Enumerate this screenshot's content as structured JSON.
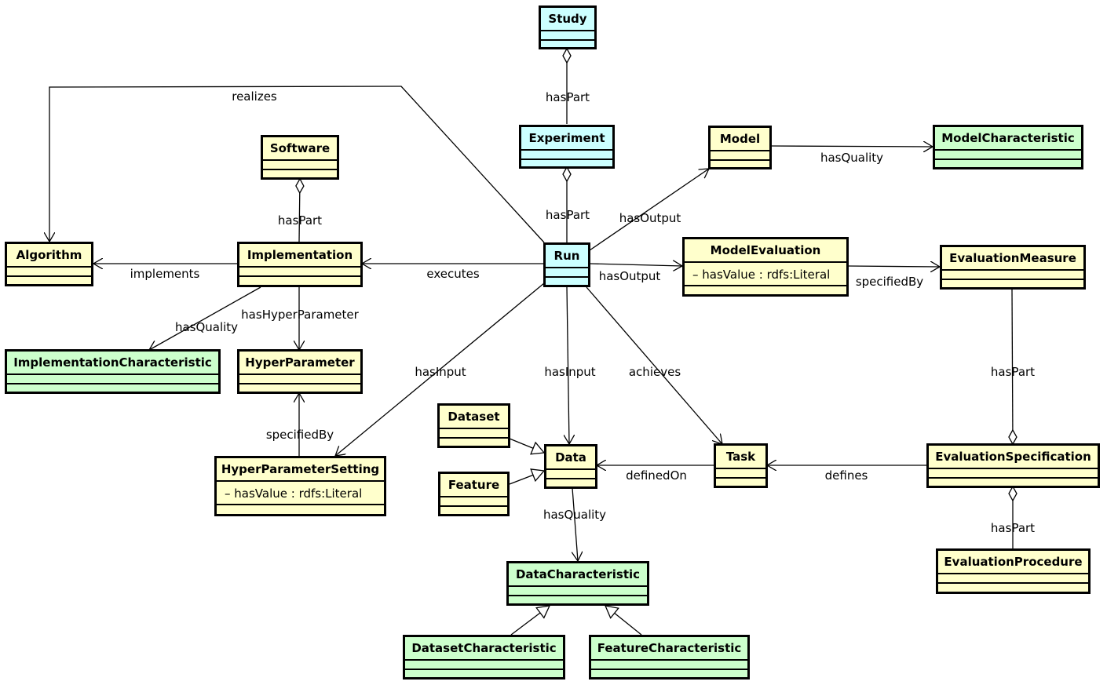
{
  "colors": {
    "cyan": "#ccffff",
    "yellow": "#ffffcc",
    "green": "#ccffcc",
    "line": "#000000"
  },
  "classes": {
    "study": {
      "name": "Study"
    },
    "experiment": {
      "name": "Experiment"
    },
    "run": {
      "name": "Run"
    },
    "model": {
      "name": "Model"
    },
    "model_characteristic": {
      "name": "ModelCharacteristic"
    },
    "software": {
      "name": "Software"
    },
    "algorithm": {
      "name": "Algorithm"
    },
    "implementation": {
      "name": "Implementation"
    },
    "model_evaluation": {
      "name": "ModelEvaluation",
      "attribute": "– hasValue : rdfs:Literal"
    },
    "evaluation_measure": {
      "name": "EvaluationMeasure"
    },
    "implementation_characteristic": {
      "name": "ImplementationCharacteristic"
    },
    "hyper_parameter": {
      "name": "HyperParameter"
    },
    "dataset": {
      "name": "Dataset"
    },
    "data": {
      "name": "Data"
    },
    "task": {
      "name": "Task"
    },
    "evaluation_specification": {
      "name": "EvaluationSpecification"
    },
    "feature": {
      "name": "Feature"
    },
    "hyper_parameter_setting": {
      "name": "HyperParameterSetting",
      "attribute": "– hasValue : rdfs:Literal"
    },
    "evaluation_procedure": {
      "name": "EvaluationProcedure"
    },
    "data_characteristic": {
      "name": "DataCharacteristic"
    },
    "dataset_characteristic": {
      "name": "DatasetCharacteristic"
    },
    "feature_characteristic": {
      "name": "FeatureCharacteristic"
    }
  },
  "relations": {
    "study_has_part": "hasPart",
    "experiment_has_part": "hasPart",
    "realizes": "realizes",
    "software_has_part": "hasPart",
    "run_has_output_model": "hasOutput",
    "model_has_quality": "hasQuality",
    "implements": "implements",
    "executes": "executes",
    "run_has_output_evaluation": "hasOutput",
    "specified_by_measure": "specifiedBy",
    "impl_has_quality": "hasQuality",
    "has_hyper_parameter": "hasHyperParameter",
    "run_has_input_setting": "hasInput",
    "run_has_input_data": "hasInput",
    "achieves": "achieves",
    "measure_has_part": "hasPart",
    "specified_by_param": "specifiedBy",
    "defined_on": "definedOn",
    "defines": "defines",
    "data_has_quality": "hasQuality",
    "spec_has_part": "hasPart"
  }
}
